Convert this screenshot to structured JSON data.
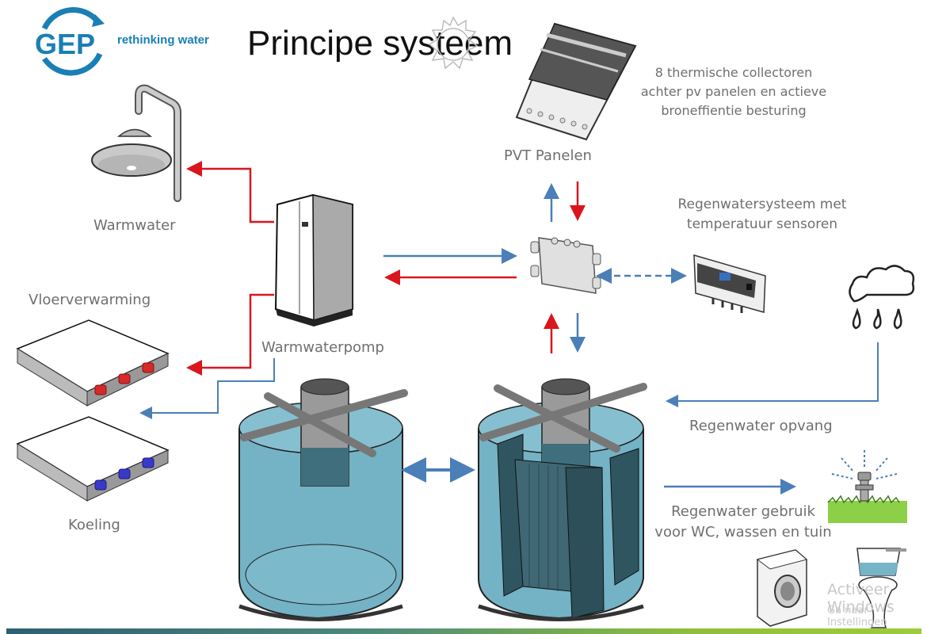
{
  "logo": {
    "brand": "GEP",
    "tagline": "rethinking water",
    "brand_color": "#1a7fb5"
  },
  "title": "Principe systeem",
  "labels": {
    "pvt_panels": "PVT Panelen",
    "pvt_note": [
      "8 thermische collectoren",
      "achter pv panelen en actieve",
      "broneffientie besturing"
    ],
    "sensor_system": [
      "Regenwatersysteem met",
      "temperatuur sensoren"
    ],
    "warm_water": "Warmwater",
    "floor_heating": "Vloerverwarming",
    "heat_pump": "Warmwaterpomp",
    "cooling": "Koeling",
    "rain_collection": "Regenwater opvang",
    "rain_usage": [
      "Regenwater gebruik",
      "voor WC, wassen en tuin"
    ]
  },
  "components": [
    {
      "id": "sun",
      "icon": "sun-icon"
    },
    {
      "id": "pvt-panel",
      "icon": "solar-panel-icon"
    },
    {
      "id": "shower",
      "icon": "shower-head-icon"
    },
    {
      "id": "heat-pump",
      "icon": "heat-pump-icon"
    },
    {
      "id": "manifold",
      "icon": "distribution-box-icon"
    },
    {
      "id": "controller",
      "icon": "controller-unit-icon"
    },
    {
      "id": "rain-cloud",
      "icon": "rain-cloud-icon"
    },
    {
      "id": "floor-heating",
      "icon": "floor-heating-panel-icon"
    },
    {
      "id": "cooling",
      "icon": "cooling-panel-icon"
    },
    {
      "id": "tank-buffer",
      "icon": "water-tank-icon"
    },
    {
      "id": "tank-exchanger",
      "icon": "heat-exchanger-tank-icon"
    },
    {
      "id": "sprinkler",
      "icon": "sprinkler-icon"
    },
    {
      "id": "washing-machine",
      "icon": "washing-machine-icon"
    },
    {
      "id": "toilet",
      "icon": "toilet-icon"
    }
  ],
  "flows": [
    {
      "from": "heat-pump",
      "to": "shower",
      "type": "hot"
    },
    {
      "from": "heat-pump",
      "to": "floor-heating",
      "type": "hot"
    },
    {
      "from": "heat-pump",
      "to": "cooling",
      "type": "cold"
    },
    {
      "from": "heat-pump",
      "to": "manifold",
      "type": "cold"
    },
    {
      "from": "manifold",
      "to": "heat-pump",
      "type": "hot"
    },
    {
      "from": "manifold",
      "to": "pvt-panel",
      "type": "cold"
    },
    {
      "from": "pvt-panel",
      "to": "manifold",
      "type": "hot"
    },
    {
      "from": "manifold",
      "to": "controller",
      "type": "signal-bidirectional"
    },
    {
      "from": "tank-exchanger",
      "to": "manifold",
      "type": "hot"
    },
    {
      "from": "manifold",
      "to": "tank-exchanger",
      "type": "cold"
    },
    {
      "from": "tank-buffer",
      "to": "tank-exchanger",
      "type": "bidirectional"
    },
    {
      "from": "rain-cloud",
      "to": "tank-exchanger",
      "type": "cold"
    },
    {
      "from": "tank-exchanger",
      "to": "sprinkler",
      "type": "cold"
    }
  ],
  "colors": {
    "hot": "#d9161c",
    "cold": "#4a7fb8",
    "water": "#78b4c8",
    "water_dark": "#3d6b78",
    "grass": "#8cd048",
    "label": "#6f6f6f"
  },
  "watermark": {
    "line1": "Activeer Windows",
    "line2": "Ga naar Instellingen"
  }
}
